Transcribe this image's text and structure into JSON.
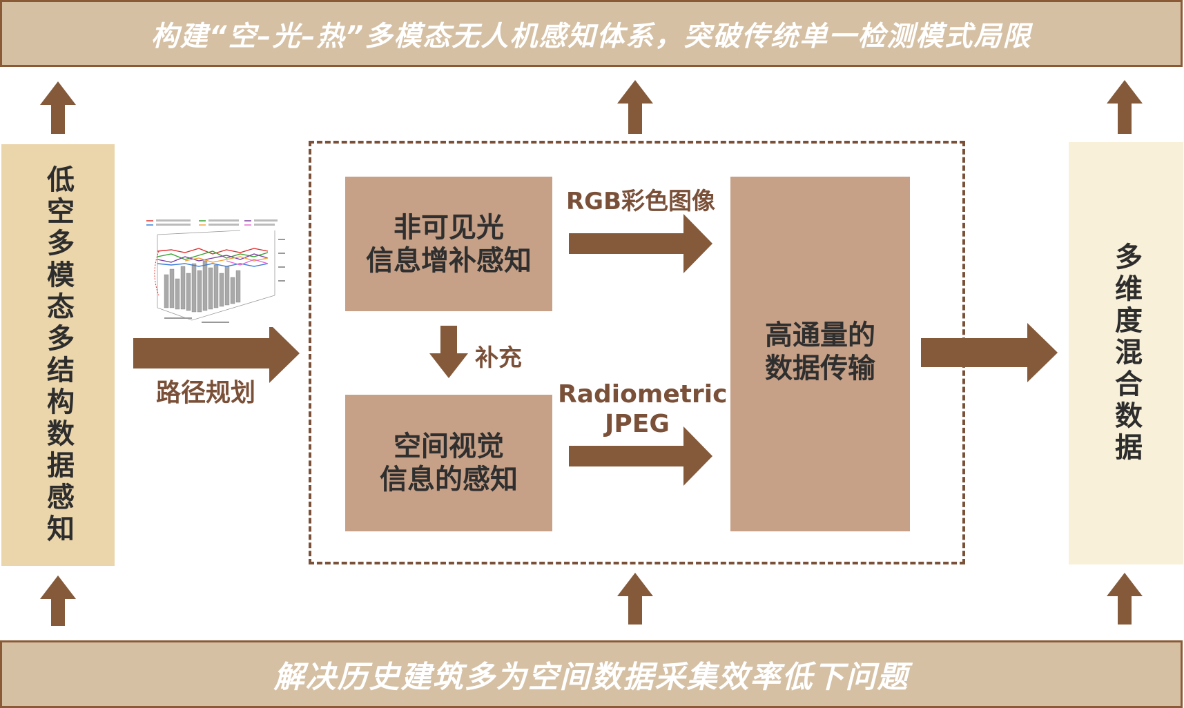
{
  "top_banner": "构建“空–光–热”多模态无人机感知体系，突破传统单一检测模式局限",
  "bottom_banner": "解决历史建筑多为空间数据采集效率低下问题",
  "left_column": "低空多模态多结构数据感知",
  "right_column": "多维度混合数据",
  "path_planning_label": "路径规划",
  "boxes": {
    "invisible_light": [
      "非可见光",
      "信息增补感知"
    ],
    "spatial_vision": [
      "空间视觉",
      "信息的感知"
    ],
    "high_throughput": [
      "高通量的",
      "数据传输"
    ]
  },
  "supplement_label": "补充",
  "rgb_label": "RGB彩色图像",
  "radiometric_label": [
    "Radiometric",
    "JPEG"
  ],
  "colors": {
    "arrow": "#845a3a",
    "banner_bg": "#d5c0a4",
    "banner_border": "#8a5a36",
    "box_bg": "#c7a187",
    "left_column_bg": "#ebd5ab",
    "right_column_bg": "#f8f0d9",
    "dashed_border": "#7a5038"
  },
  "thumbnail": {
    "series_colors": [
      "#e0302f",
      "#33a02c",
      "#7b3fa0",
      "#f2a23c",
      "#3a7bd5",
      "#e76ad3"
    ]
  }
}
